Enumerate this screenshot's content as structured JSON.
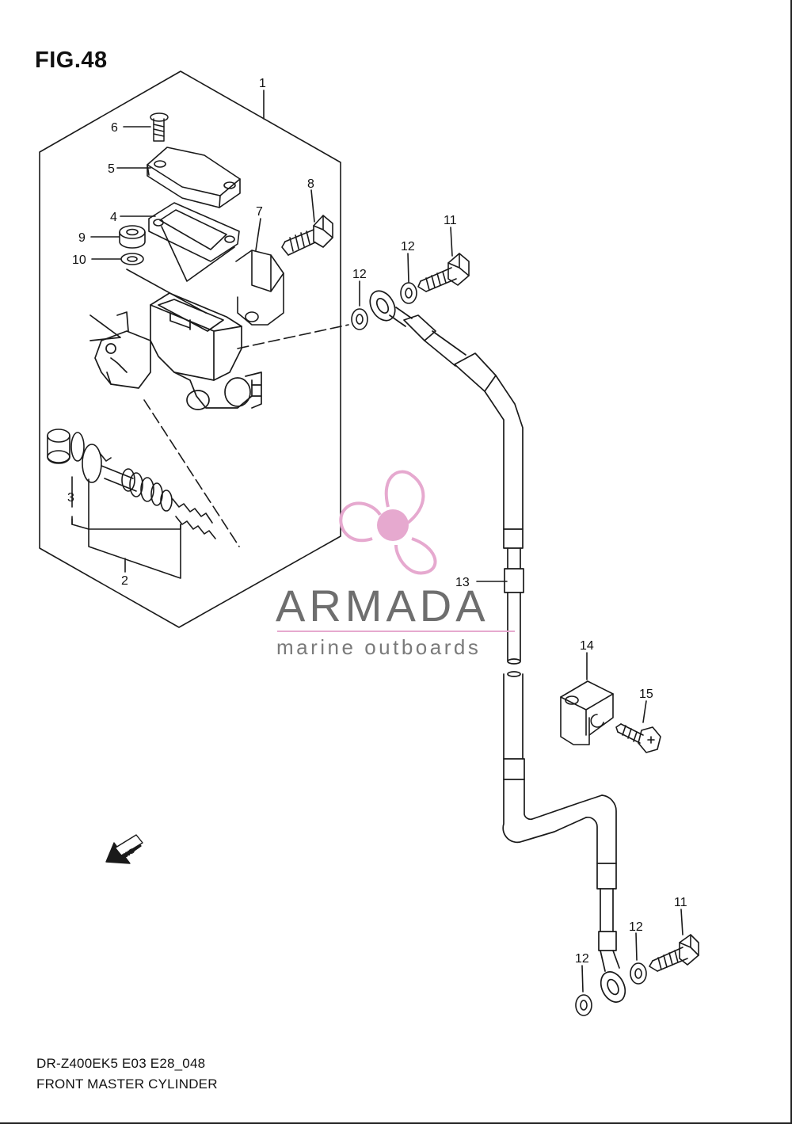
{
  "figure": {
    "title": "FIG.48"
  },
  "footer": {
    "model_code": "DR-Z400EK5 E03 E28_048",
    "section_name": "FRONT MASTER CYLINDER"
  },
  "callouts": [
    {
      "id": "c1",
      "label": "1"
    },
    {
      "id": "c2",
      "label": "2"
    },
    {
      "id": "c3",
      "label": "3"
    },
    {
      "id": "c4",
      "label": "4"
    },
    {
      "id": "c5",
      "label": "5"
    },
    {
      "id": "c6",
      "label": "6"
    },
    {
      "id": "c7",
      "label": "7"
    },
    {
      "id": "c8",
      "label": "8"
    },
    {
      "id": "c9",
      "label": "9"
    },
    {
      "id": "c10",
      "label": "10"
    },
    {
      "id": "c11a",
      "label": "11"
    },
    {
      "id": "c11b",
      "label": "11"
    },
    {
      "id": "c12a",
      "label": "12"
    },
    {
      "id": "c12b",
      "label": "12"
    },
    {
      "id": "c12c",
      "label": "12"
    },
    {
      "id": "c12d",
      "label": "12"
    },
    {
      "id": "c13",
      "label": "13"
    },
    {
      "id": "c14",
      "label": "14"
    },
    {
      "id": "c15",
      "label": "15"
    }
  ],
  "fwd_marker": {
    "label": "FWD"
  },
  "watermark": {
    "brand": "ARMADA",
    "tagline": "marine outboards",
    "accent_color": "#e6a9cf",
    "icon": "propeller-logo"
  },
  "colors": {
    "line": "#1a1a1a",
    "background": "#ffffff"
  }
}
